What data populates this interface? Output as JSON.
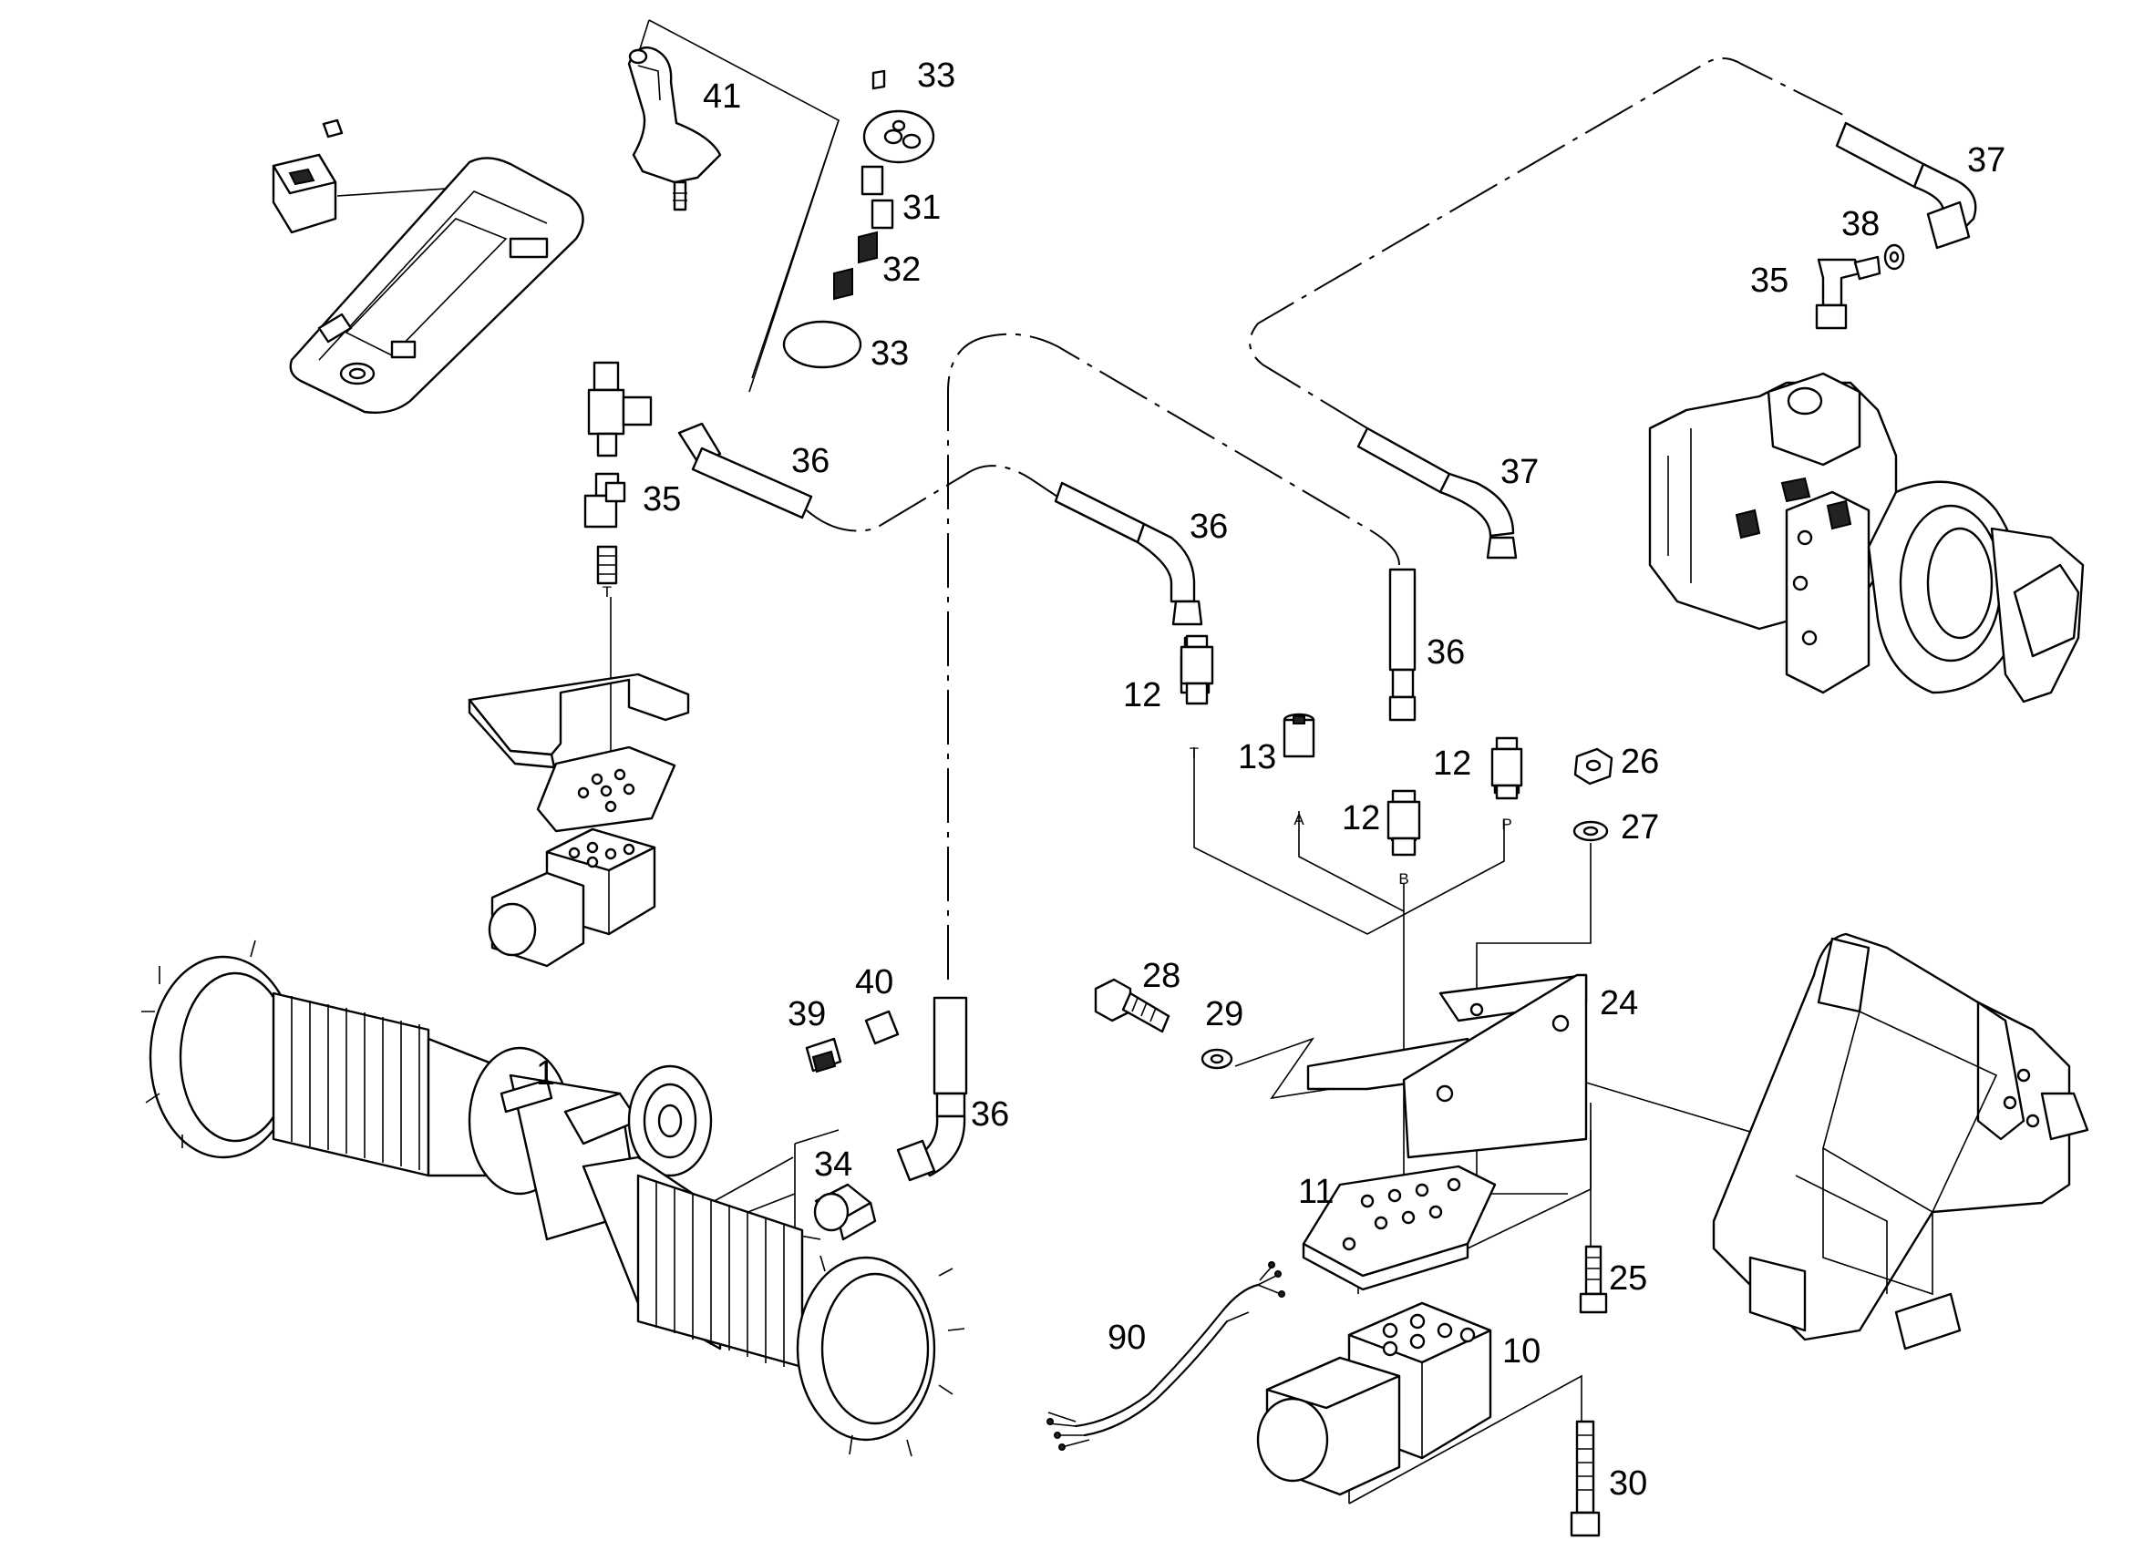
{
  "callouts": {
    "n1": "1",
    "n10": "10",
    "n11": "11",
    "n12a": "12",
    "n12b": "12",
    "n12c": "12",
    "n13": "13",
    "n24": "24",
    "n25": "25",
    "n26": "26",
    "n27": "27",
    "n28": "28",
    "n29": "29",
    "n30": "30",
    "n31": "31",
    "n32": "32",
    "n33a": "33",
    "n33b": "33",
    "n34": "34",
    "n35a": "35",
    "n35b": "35",
    "n36a": "36",
    "n36b": "36",
    "n36c": "36",
    "n36d": "36",
    "n37a": "37",
    "n37b": "37",
    "n38": "38",
    "n39": "39",
    "n40": "40",
    "n41": "41",
    "n90": "90"
  },
  "ports": {
    "t_left": "T",
    "t": "T",
    "a": "A",
    "b": "B",
    "p": "P"
  }
}
